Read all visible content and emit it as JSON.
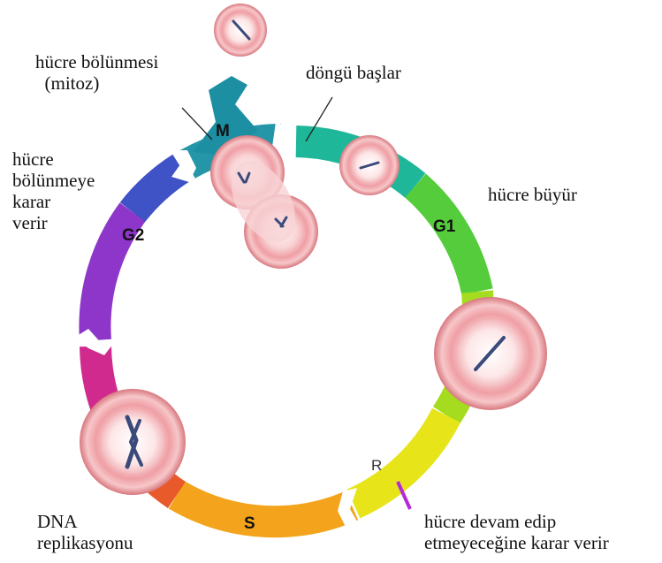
{
  "phases": {
    "m": "M",
    "g1": "G1",
    "g2": "G2",
    "s": "S",
    "r": "R"
  },
  "labels": {
    "mitosis": "hücre bölünmesi\n  (mitoz)",
    "cycle_start": "döngü başlar",
    "grows": "hücre büyür",
    "decides_divide": "hücre\nbölünmeye\nkarar\nverir",
    "dna_replication": "DNA\nreplikasyonu",
    "restriction_point": "hücre devam edip\netmeyeceğine karar verir"
  },
  "colors": {
    "cell_outer": "#e8a0a4",
    "cell_inner": "#fbe3e4",
    "chromosome": "#3a4a7a",
    "restriction_line": "#b42bd6"
  }
}
